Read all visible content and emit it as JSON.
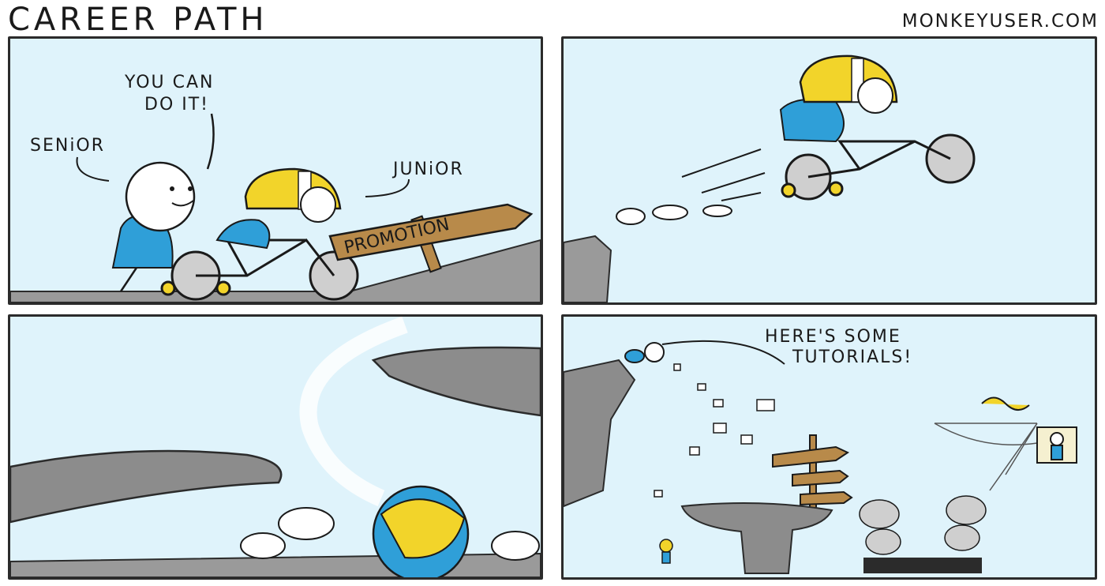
{
  "header": {
    "title": "CAREER PATH",
    "site": "MONKEYUSER.COM"
  },
  "panel1": {
    "speech": [
      "YOU CAN",
      "DO IT!"
    ],
    "label_senior": "SENiOR",
    "label_junior": "JUNiOR",
    "sign": "PROMOTION"
  },
  "panel4": {
    "speech": [
      "HERE'S SOME",
      "TUTORIALS!"
    ]
  },
  "colors": {
    "sky": "#dff3fb",
    "blue": "#2f9fd8",
    "yellow": "#f2d42a",
    "rock": "#8c8c8c",
    "ground": "#9a9a9a"
  }
}
